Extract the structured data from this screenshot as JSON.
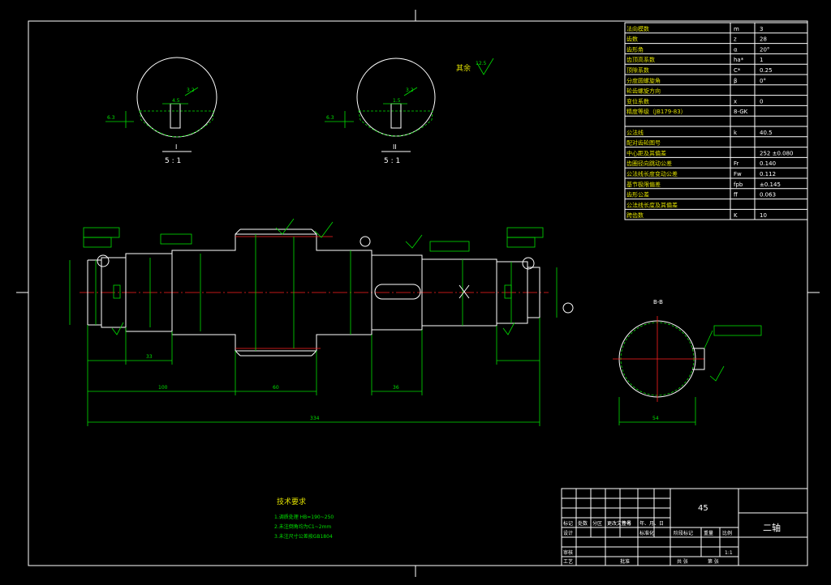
{
  "colors": {
    "background": "#000000",
    "outline": "#ffffff",
    "dimension": "#00e000",
    "centerline": "#ff2020",
    "table_text": "#e0e000"
  },
  "views": {
    "section_a_label": "I",
    "section_b_label": "II",
    "scale_a": "5 : 1",
    "scale_b": "5 : 1",
    "section_c_label": "B-B",
    "rest_roughness": "其余"
  },
  "dims": {
    "total_length": "334",
    "len_left": "100",
    "len_middle": "60",
    "len_key": "36",
    "dim_54": "54",
    "dim_33": "33"
  },
  "params": [
    {
      "name": "法向模数",
      "sym": "m",
      "val": "3"
    },
    {
      "name": "齿数",
      "sym": "z",
      "val": "28"
    },
    {
      "name": "齿形角",
      "sym": "α",
      "val": "20°"
    },
    {
      "name": "齿顶高系数",
      "sym": "ha*",
      "val": "1"
    },
    {
      "name": "顶隙系数",
      "sym": "C*",
      "val": "0.25"
    },
    {
      "name": "分度圆螺旋角",
      "sym": "β",
      "val": "0°"
    },
    {
      "name": "轮齿螺旋方向",
      "sym": "",
      "val": ""
    },
    {
      "name": "变位系数",
      "sym": "x",
      "val": "0"
    },
    {
      "name": "精度等级（JB179-83）",
      "sym": "8-GK",
      "val": ""
    },
    {
      "name": "",
      "sym": "",
      "val": ""
    },
    {
      "name": "公法线",
      "sym": "k",
      "val": "40.5"
    },
    {
      "name": "配对齿轮图号",
      "sym": "",
      "val": ""
    },
    {
      "name": "中心距及其偏差",
      "sym": "",
      "val": "252 ±0.080"
    },
    {
      "name": "齿圈径向跳动公差",
      "sym": "Fr",
      "val": "0.140"
    },
    {
      "name": "公法线长度变动公差",
      "sym": "Fw",
      "val": "0.112"
    },
    {
      "name": "基节极限偏差",
      "sym": "fpb",
      "val": "±0.145"
    },
    {
      "name": "齿形公差",
      "sym": "ff",
      "val": "0.063"
    },
    {
      "name": "公法线长度及其偏差",
      "sym": "",
      "val": ""
    },
    {
      "name": "跨齿数",
      "sym": "K",
      "val": "10"
    }
  ],
  "tech": {
    "title": "技术要求",
    "items": [
      "1.调质处理 HB=190~250",
      "2.未注倒角均为C1~2mm",
      "3.未注尺寸公差按GB1804"
    ]
  },
  "titleblock": {
    "material": "45",
    "name": "二轴",
    "scale": "1:1",
    "cells": [
      "标记",
      "处数",
      "分区",
      "更改文件号",
      "签名",
      "年、月、日",
      "设计",
      "标准化",
      "审核",
      "工艺",
      "批准",
      "阶段标记",
      "重量",
      "比例",
      "共 张",
      "第 张"
    ]
  }
}
